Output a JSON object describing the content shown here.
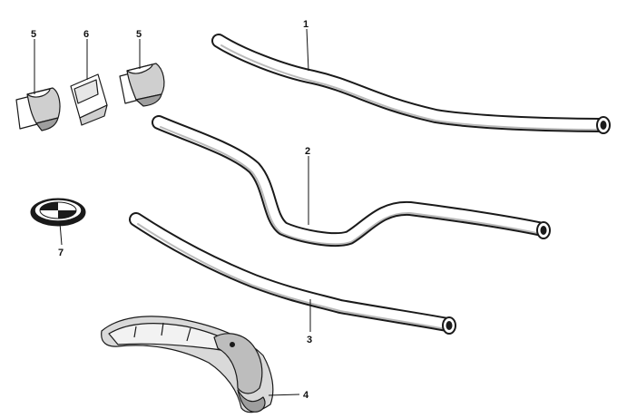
{
  "diagram": {
    "callouts": {
      "part_1": "1",
      "part_2": "2",
      "part_3": "3",
      "part_4": "4",
      "part_5_left": "5",
      "part_5_right": "5",
      "part_6": "6",
      "part_7": "7"
    },
    "colors": {
      "ink": "#1a1a1a",
      "paper": "#ffffff",
      "shade": "#bdbdbd",
      "emblem_blue": "#2a2a2a"
    }
  }
}
